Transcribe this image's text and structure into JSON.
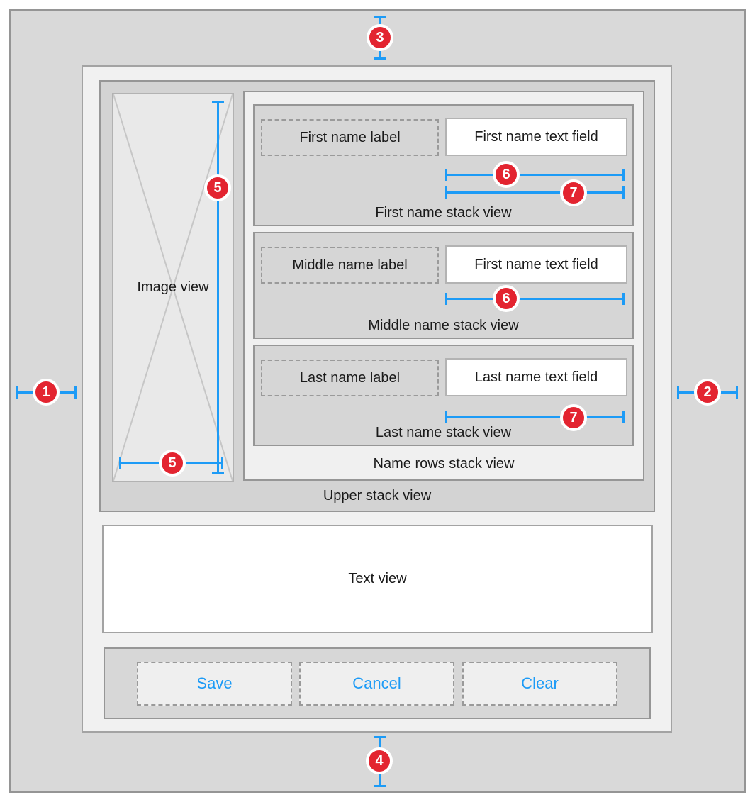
{
  "diagram": {
    "image_view_label": "Image view",
    "upper_stack_caption": "Upper stack view",
    "name_rows_caption": "Name rows stack view",
    "text_view_label": "Text view",
    "rows": [
      {
        "label": "First name label",
        "field": "First name text field",
        "caption": "First name stack view"
      },
      {
        "label": "Middle name label",
        "field": "First name text field",
        "caption": "Middle name stack view"
      },
      {
        "label": "Last name label",
        "field": "Last name text field",
        "caption": "Last name stack view"
      }
    ],
    "buttons": [
      {
        "label": "Save"
      },
      {
        "label": "Cancel"
      },
      {
        "label": "Clear"
      }
    ],
    "markers": {
      "leading_edge": "1",
      "trailing_edge": "2",
      "top_edge": "3",
      "bottom_edge": "4",
      "image_view_height": "5",
      "image_view_width": "5",
      "equal_width_first": "6",
      "equal_width_middle": "6",
      "field_width_first": "7",
      "field_width_last": "7"
    },
    "colors": {
      "dimension_blue": "#1d9bf6",
      "marker_red": "#e32430"
    }
  }
}
